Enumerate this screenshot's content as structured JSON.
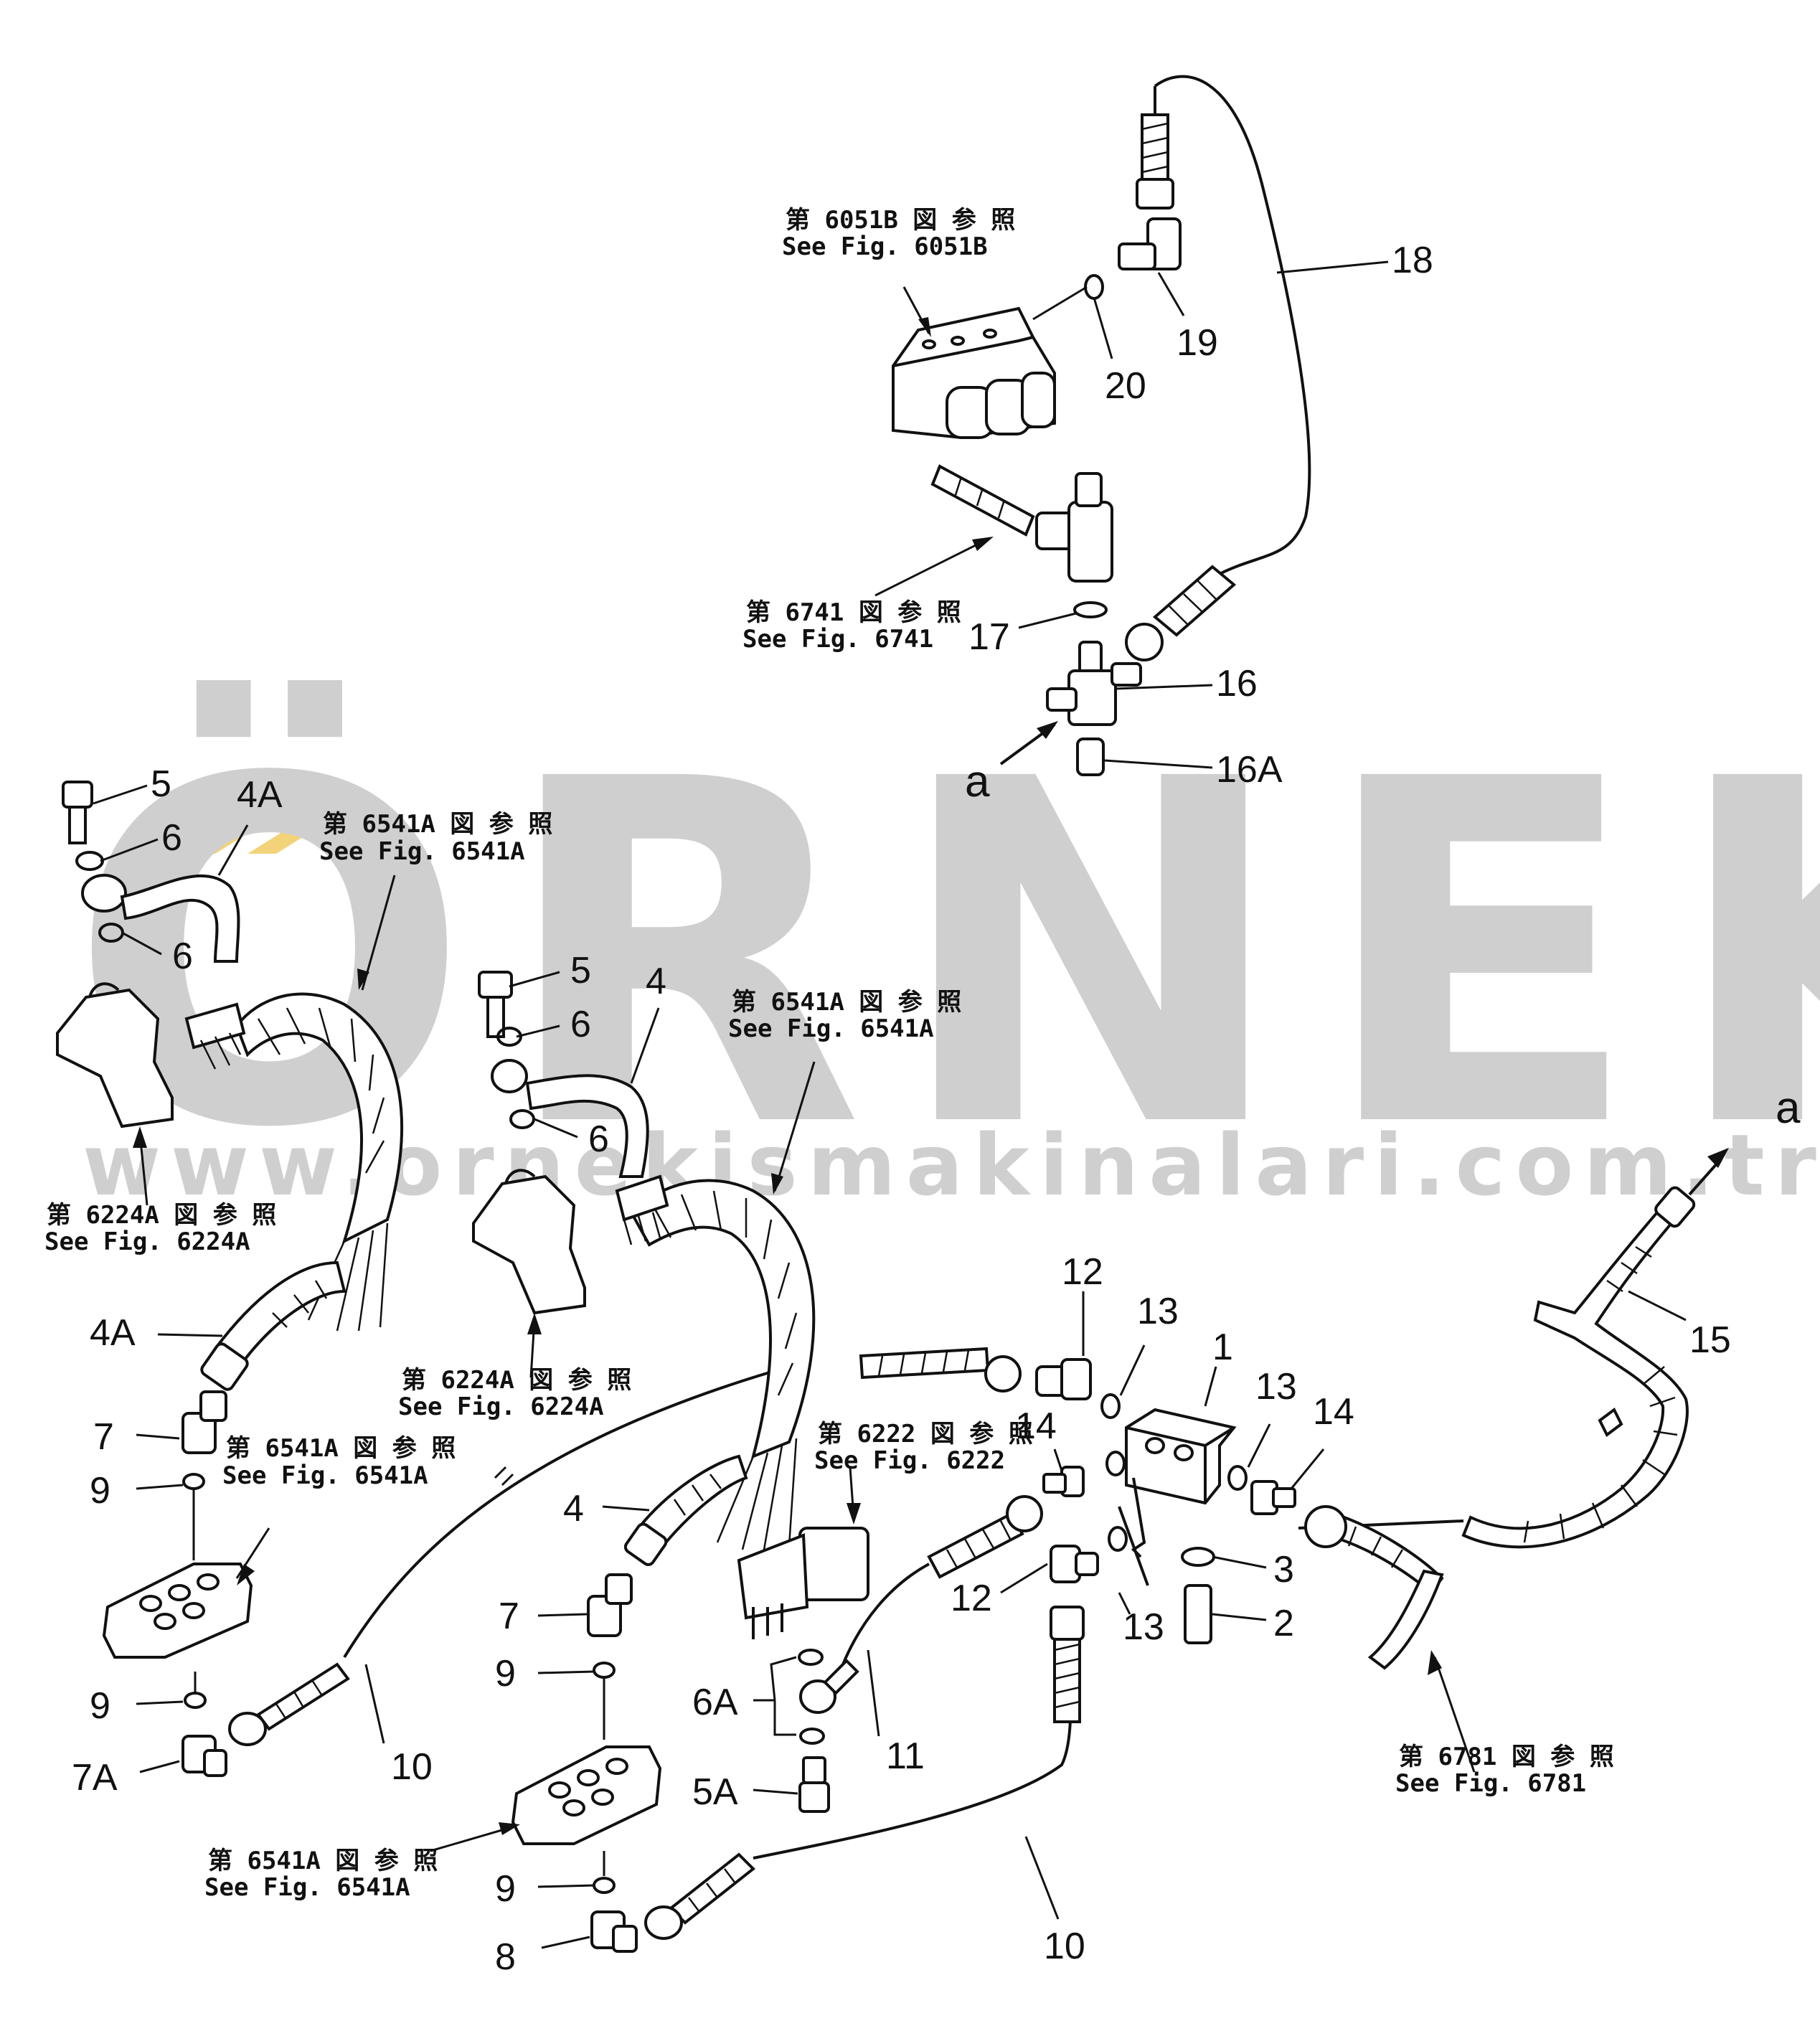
{
  "watermark": {
    "brand": "ÖRNEK",
    "url": "www.ornekismakinalari.com.tr",
    "accent_color": "#f2d37a",
    "text_color": "#cfcfcf"
  },
  "part_labels": {
    "p18": "18",
    "p19": "19",
    "p20": "20",
    "p17": "17",
    "p16": "16",
    "p16a": "16A",
    "a_top": "a",
    "a_right": "a",
    "p5_l": "5",
    "p6_l1": "6",
    "p6_l2": "6",
    "p4a_top": "4A",
    "p4a_bot": "4A",
    "p7_l": "7",
    "p9_l1": "9",
    "p9_l2": "9",
    "p7a": "7A",
    "p10_l": "10",
    "p5_m": "5",
    "p6_m1": "6",
    "p6_m2": "6",
    "p4_top": "4",
    "p4_bot": "4",
    "p7_m": "7",
    "p9_m1": "9",
    "p9_m2": "9",
    "p8": "8",
    "p10_m": "10",
    "p6a": "6A",
    "p5a": "5A",
    "p11": "11",
    "p12_top": "12",
    "p13_top": "13",
    "p1": "1",
    "p14_l": "14",
    "p12_bot": "12",
    "p13_bot": "13",
    "p13_r": "13",
    "p14_r": "14",
    "p3": "3",
    "p2": "2",
    "p15": "15"
  },
  "figure_refs": {
    "fig6051b": {
      "jp": "第 6051B 図 参 照",
      "en": "See Fig. 6051B"
    },
    "fig6741": {
      "jp": "第 6741 図 参 照",
      "en": "See Fig. 6741"
    },
    "fig6541a_top": {
      "jp": "第 6541A 図 参 照",
      "en": "See Fig. 6541A"
    },
    "fig6224a_left": {
      "jp": "第 6224A 図 参 照",
      "en": "See Fig. 6224A"
    },
    "fig6541a_mid": {
      "jp": "第 6541A 図 参 照",
      "en": "See Fig. 6541A"
    },
    "fig6224a_mid": {
      "jp": "第 6224A 図 参 照",
      "en": "See Fig. 6224A"
    },
    "fig6541a_left": {
      "jp": "第 6541A 図 参 照",
      "en": "See Fig. 6541A"
    },
    "fig6222": {
      "jp": "第 6222 図 参 照",
      "en": "See Fig. 6222"
    },
    "fig6541a_bot": {
      "jp": "第 6541A 図 参 照",
      "en": "See Fig. 6541A"
    },
    "fig6781": {
      "jp": "第 6781 図 参 照",
      "en": "See Fig. 6781"
    }
  }
}
